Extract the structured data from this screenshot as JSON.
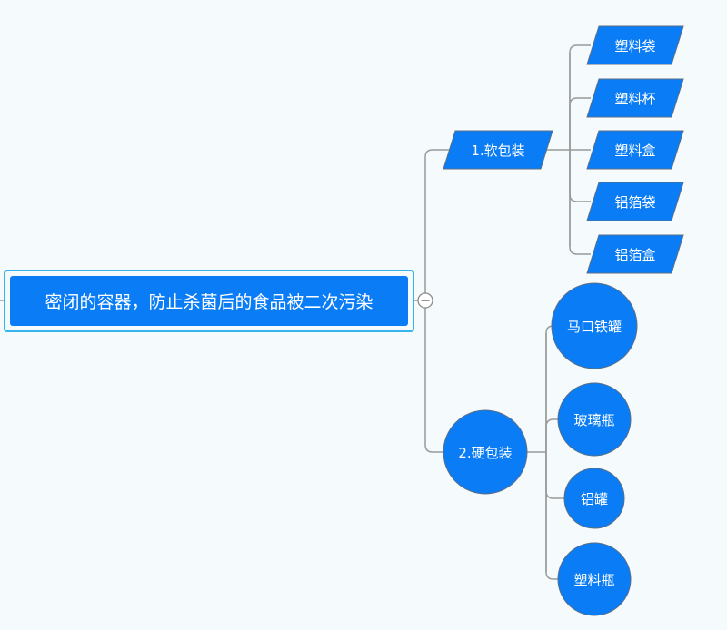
{
  "root": {
    "label": "密闭的容器，防止杀菌后的食品被二次污染"
  },
  "branches": [
    {
      "label": "1.软包装",
      "children": [
        "塑料袋",
        "塑料杯",
        "塑料盒",
        "铝箔袋",
        "铝箔盒"
      ]
    },
    {
      "label": "2.硬包装",
      "children": [
        "马口铁罐",
        "玻璃瓶",
        "铝罐",
        "塑料瓶"
      ]
    }
  ],
  "colors": {
    "background": "#f5fafd",
    "node_fill": "#0a7cf5",
    "node_stroke": "#5a6f86",
    "root_outline": "#35b5ea",
    "connector": "#9a9a9a"
  },
  "icons": {
    "collapse_toggle": "minus-circle-icon"
  }
}
